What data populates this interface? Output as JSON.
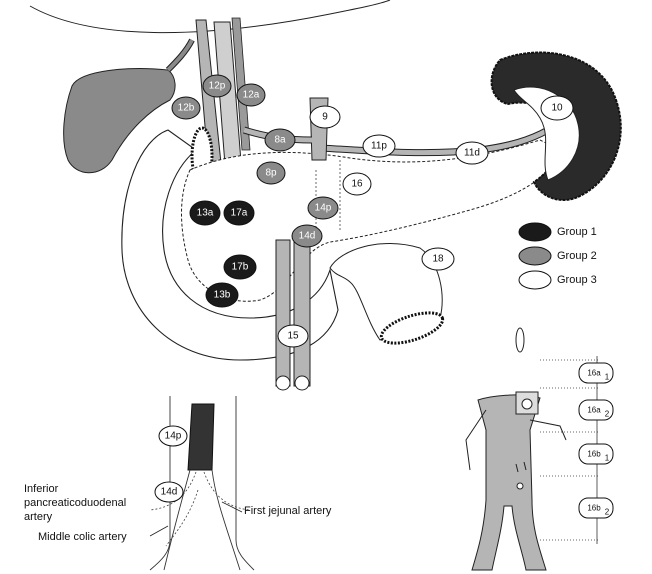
{
  "colors": {
    "group1": "#1a1a1a",
    "group2": "#8a8a8a",
    "group3": "#ffffff",
    "organ": "#ffffff",
    "vessel": "#b5b5b5",
    "spleen": "#2a2a2a"
  },
  "legend": [
    {
      "label": "Group 1",
      "group": 1
    },
    {
      "label": "Group 2",
      "group": 2
    },
    {
      "label": "Group 3",
      "group": 3
    }
  ],
  "nodes": [
    {
      "id": "12p",
      "label": "12p",
      "group": 2
    },
    {
      "id": "12a",
      "label": "12a",
      "group": 2
    },
    {
      "id": "12b",
      "label": "12b",
      "group": 2
    },
    {
      "id": "8a",
      "label": "8a",
      "group": 2
    },
    {
      "id": "8p",
      "label": "8p",
      "group": 2
    },
    {
      "id": "9",
      "label": "9",
      "group": 3
    },
    {
      "id": "10",
      "label": "10",
      "group": 3
    },
    {
      "id": "11p",
      "label": "11p",
      "group": 3
    },
    {
      "id": "11d",
      "label": "11d",
      "group": 3
    },
    {
      "id": "16",
      "label": "16",
      "group": 3
    },
    {
      "id": "14p",
      "label": "14p",
      "group": 2
    },
    {
      "id": "14d",
      "label": "14d",
      "group": 2
    },
    {
      "id": "18",
      "label": "18",
      "group": 3
    },
    {
      "id": "13a",
      "label": "13a",
      "group": 1
    },
    {
      "id": "17a",
      "label": "17a",
      "group": 1
    },
    {
      "id": "17b",
      "label": "17b",
      "group": 1
    },
    {
      "id": "13b",
      "label": "13b",
      "group": 1
    },
    {
      "id": "15",
      "label": "15",
      "group": 3
    }
  ],
  "inset_left": {
    "nodes": [
      {
        "id": "14p",
        "label": "14p"
      },
      {
        "id": "14d",
        "label": "14d"
      }
    ],
    "labels": {
      "inferior_line1": "Inferior",
      "inferior_line2": "pancreaticoduodenal",
      "inferior_line3": "artery",
      "first_jejunal": "First jejunal artery",
      "middle_colic": "Middle colic artery"
    }
  },
  "inset_right": {
    "segments": [
      {
        "label": "16a",
        "sub": "1"
      },
      {
        "label": "16a",
        "sub": "2"
      },
      {
        "label": "16b",
        "sub": "1"
      },
      {
        "label": "16b",
        "sub": "2"
      }
    ]
  }
}
